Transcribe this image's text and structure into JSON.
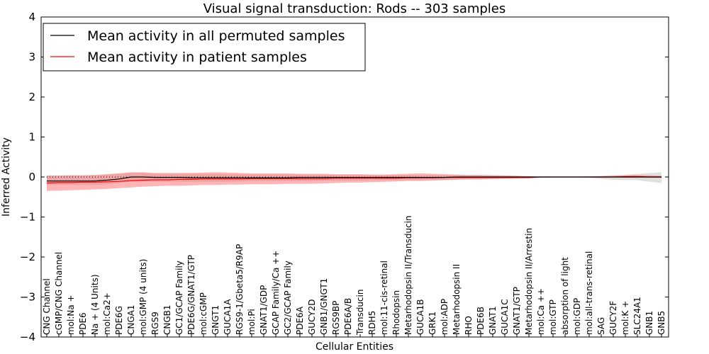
{
  "chart_data": {
    "type": "line",
    "title": "Visual signal transduction: Rods -- 303 samples",
    "xlabel": "Cellular Entities",
    "ylabel": "Inferred Activity",
    "ylim": [
      -4,
      4
    ],
    "yticks": [
      "4",
      "3",
      "2",
      "1",
      "0",
      "−1",
      "−2",
      "−3",
      "−4"
    ],
    "grid": false,
    "legend_position": "top-left",
    "categories": [
      "CNG Channel",
      "cGMP/CNG Channel",
      "mol:Na +",
      "PDE6",
      "Na + (4 Units)",
      "mol:Ca2+",
      "PDE6G",
      "CNGA1",
      "mol:GMP (4 units)",
      "RGS9",
      "CNGB1",
      "GC1/GCAP Family",
      "PDE6G/GNAT1/GTP",
      "mol:cGMP",
      "GNGT1",
      "GUCA1A",
      "RGS9-1/Gbeta5/R9AP",
      "mol:Pi",
      "GNAT1/GDP",
      "GCAP Family/Ca ++",
      "GC2/GCAP Family",
      "PDE6A",
      "GUCY2D",
      "GNB1/GNGT1",
      "RGS9BP",
      "PDE6A/B",
      "Transducin",
      "RDH5",
      "mol:11-cis-retinal",
      "Rhodopsin",
      "Metarhodopsin II/Transducin",
      "GUCA1B",
      "GRK1",
      "mol:ADP",
      "Metarhodopsin II",
      "RHO",
      "PDE6B",
      "GNAT1",
      "GUCA1C",
      "GNAT1/GTP",
      "Metarhodopsin II/Arrestin",
      "mol:Ca ++",
      "mol:GTP",
      "absorption of light",
      "mol:GDP",
      "mol:all-trans-retinal",
      "SAG",
      "GUCY2F",
      "mol:K +",
      "SLC24A1",
      "GNB1",
      "GNB5"
    ],
    "series": [
      {
        "name": "Mean activity in all permuted samples",
        "color": "#000000",
        "values": [
          -0.1,
          -0.1,
          -0.1,
          -0.1,
          -0.1,
          -0.08,
          -0.05,
          0.0,
          0.0,
          -0.01,
          -0.01,
          -0.01,
          -0.02,
          -0.02,
          -0.02,
          -0.02,
          -0.02,
          -0.02,
          -0.02,
          -0.02,
          -0.02,
          -0.01,
          -0.01,
          -0.01,
          -0.01,
          -0.01,
          -0.01,
          -0.01,
          -0.01,
          -0.01,
          -0.01,
          -0.01,
          -0.01,
          -0.01,
          0.0,
          0.0,
          0.0,
          0.0,
          0.0,
          0.0,
          0.0,
          0.0,
          0.0,
          0.0,
          0.0,
          0.0,
          0.0,
          0.0,
          0.0,
          0.0,
          0.0,
          0.0
        ],
        "band_low": [
          -0.2,
          -0.2,
          -0.2,
          -0.2,
          -0.2,
          -0.18,
          -0.15,
          -0.12,
          -0.12,
          -0.12,
          -0.12,
          -0.12,
          -0.12,
          -0.12,
          -0.12,
          -0.12,
          -0.11,
          -0.1,
          -0.1,
          -0.1,
          -0.1,
          -0.1,
          -0.1,
          -0.09,
          -0.09,
          -0.09,
          -0.09,
          -0.08,
          -0.08,
          -0.08,
          -0.08,
          -0.08,
          -0.07,
          -0.07,
          -0.06,
          -0.06,
          -0.06,
          -0.06,
          -0.05,
          -0.05,
          -0.04,
          -0.02,
          -0.01,
          -0.01,
          -0.01,
          -0.02,
          -0.05,
          -0.07,
          -0.08,
          -0.08,
          -0.12,
          -0.15
        ],
        "band_high": [
          0.05,
          0.05,
          0.05,
          0.05,
          0.05,
          0.06,
          0.08,
          0.1,
          0.1,
          0.08,
          0.08,
          0.08,
          0.08,
          0.08,
          0.08,
          0.07,
          0.07,
          0.06,
          0.06,
          0.06,
          0.06,
          0.06,
          0.06,
          0.06,
          0.05,
          0.05,
          0.05,
          0.05,
          0.05,
          0.05,
          0.05,
          0.05,
          0.05,
          0.05,
          0.05,
          0.05,
          0.05,
          0.05,
          0.04,
          0.03,
          0.02,
          0.01,
          0.01,
          0.01,
          0.01,
          0.02,
          0.03,
          0.05,
          0.06,
          0.08,
          0.1,
          0.12
        ]
      },
      {
        "name": "Mean activity in patient samples",
        "color": "#ff0000",
        "values": [
          -0.15,
          -0.14,
          -0.14,
          -0.13,
          -0.13,
          -0.12,
          -0.11,
          -0.09,
          -0.08,
          -0.07,
          -0.07,
          -0.06,
          -0.06,
          -0.05,
          -0.05,
          -0.05,
          -0.05,
          -0.04,
          -0.04,
          -0.04,
          -0.04,
          -0.04,
          -0.04,
          -0.04,
          -0.03,
          -0.03,
          -0.03,
          -0.03,
          -0.03,
          -0.03,
          -0.02,
          -0.02,
          -0.02,
          -0.01,
          -0.01,
          -0.01,
          -0.01,
          -0.01,
          -0.01,
          -0.01,
          -0.01,
          0.0,
          0.0,
          0.0,
          0.0,
          0.0,
          0.0,
          0.0,
          0.01,
          0.01,
          0.0,
          0.0
        ],
        "band_low": [
          -0.35,
          -0.34,
          -0.33,
          -0.32,
          -0.31,
          -0.3,
          -0.28,
          -0.26,
          -0.24,
          -0.23,
          -0.22,
          -0.22,
          -0.21,
          -0.2,
          -0.2,
          -0.19,
          -0.19,
          -0.18,
          -0.18,
          -0.18,
          -0.17,
          -0.17,
          -0.17,
          -0.16,
          -0.15,
          -0.14,
          -0.14,
          -0.13,
          -0.12,
          -0.11,
          -0.1,
          -0.1,
          -0.09,
          -0.08,
          -0.07,
          -0.06,
          -0.06,
          -0.05,
          -0.04,
          -0.03,
          -0.03,
          -0.01,
          0.0,
          0.0,
          0.0,
          0.0,
          -0.01,
          -0.01,
          -0.02,
          -0.02,
          -0.02,
          -0.02
        ],
        "band_high": [
          0.03,
          0.03,
          0.04,
          0.04,
          0.05,
          0.07,
          0.09,
          0.12,
          0.12,
          0.1,
          0.1,
          0.1,
          0.1,
          0.11,
          0.12,
          0.11,
          0.1,
          0.09,
          0.09,
          0.09,
          0.09,
          0.08,
          0.08,
          0.08,
          0.07,
          0.07,
          0.07,
          0.06,
          0.06,
          0.07,
          0.08,
          0.09,
          0.08,
          0.07,
          0.06,
          0.05,
          0.05,
          0.04,
          0.04,
          0.03,
          0.02,
          0.01,
          0.0,
          0.0,
          0.0,
          0.01,
          0.02,
          0.03,
          0.04,
          0.05,
          0.04,
          0.03
        ]
      }
    ]
  }
}
